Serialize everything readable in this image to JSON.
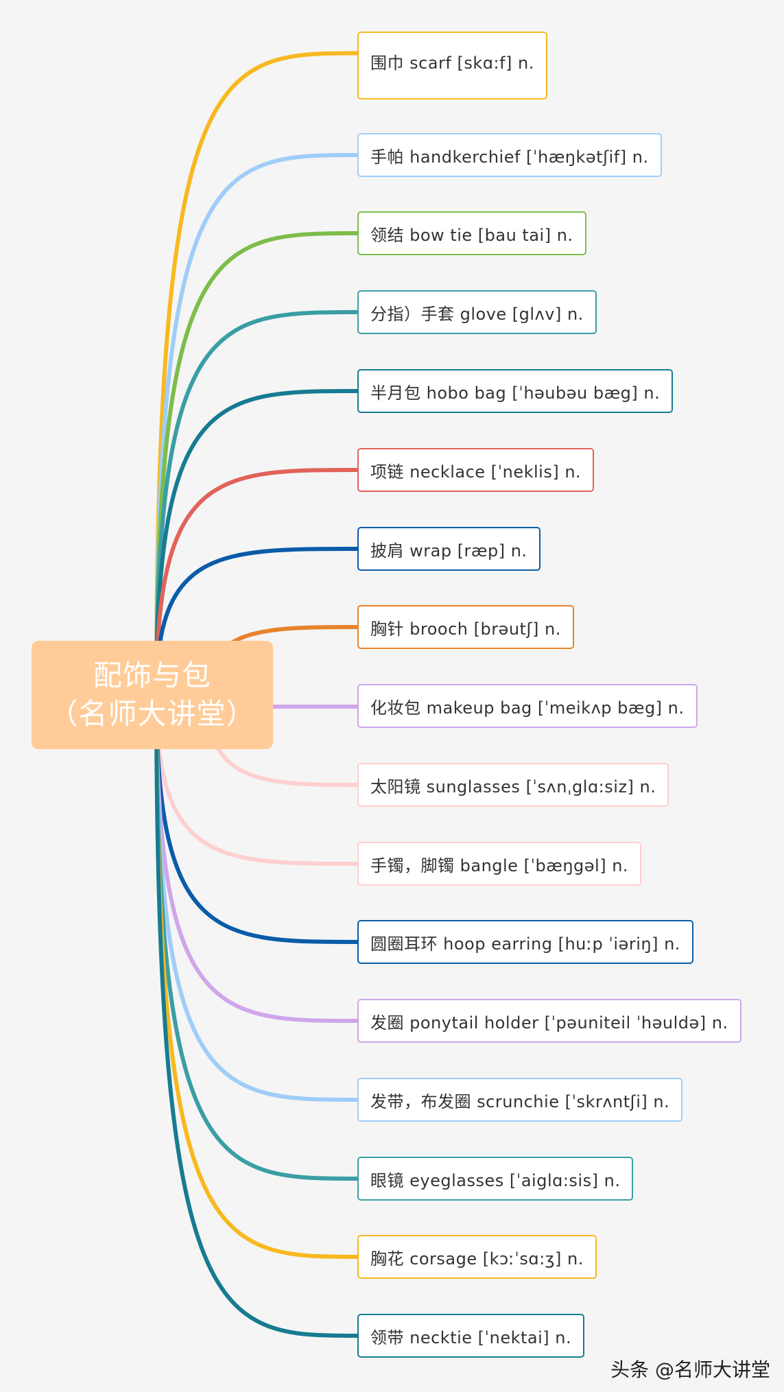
{
  "center": {
    "line1": "配饰与包",
    "line2": "（名师大讲堂）",
    "color": "#ffcc99"
  },
  "items": [
    {
      "text": "围巾  scarf  [skɑ:f]  n.",
      "color": "#f8b81f"
    },
    {
      "text": "手帕  handkerchief  [ˈhæŋkətʃif]  n.",
      "color": "#9fcdf8"
    },
    {
      "text": "领结  bow  tie  [bau  tai]  n.",
      "color": "#7cbd4a"
    },
    {
      "text": "分指）手套  glove  [glʌv]  n.",
      "color": "#3a9ea5"
    },
    {
      "text": "半月包  hobo  bag  [ˈhəubəu  bæg]  n.",
      "color": "#177b91"
    },
    {
      "text": "项链  necklace  [ˈneklis]  n.",
      "color": "#e2625a"
    },
    {
      "text": "披肩  wrap  [ræp]  n.",
      "color": "#0a5ca8"
    },
    {
      "text": "胸针  brooch  [brəutʃ]  n.",
      "color": "#e8832b"
    },
    {
      "text": "化妆包  makeup  bag  [ˈmeikʌp  bæg]  n.",
      "color": "#cfa6ea"
    },
    {
      "text": "太阳镜  sunglasses  [ˈsʌnˌglɑ:siz]  n.",
      "color": "#ffcfcf"
    },
    {
      "text": "手镯，脚镯  bangle  [ˈbæŋgəl]  n.",
      "color": "#ffcfcf"
    },
    {
      "text": "圆圈耳环  hoop  earring  [huːp  ˈiəriŋ]  n.",
      "color": "#0a5ca8"
    },
    {
      "text": "发圈  ponytail  holder  [ˈpəuniteil  ˈhəuldə]  n.",
      "color": "#cfa6ea"
    },
    {
      "text": "发带，布发圈  scrunchie  [ˈskrʌntʃi]  n.",
      "color": "#9fcdf8"
    },
    {
      "text": "眼镜  eyeglasses  [ˈaiglɑ:sis]  n.",
      "color": "#3a9ea5"
    },
    {
      "text": "胸花  corsage  [kɔːˈsɑ:ʒ]  n.",
      "color": "#f8b81f"
    },
    {
      "text": "领带  necktie  [ˈnektai]  n.",
      "color": "#177b91"
    }
  ],
  "watermark": "头条 @名师大讲堂"
}
